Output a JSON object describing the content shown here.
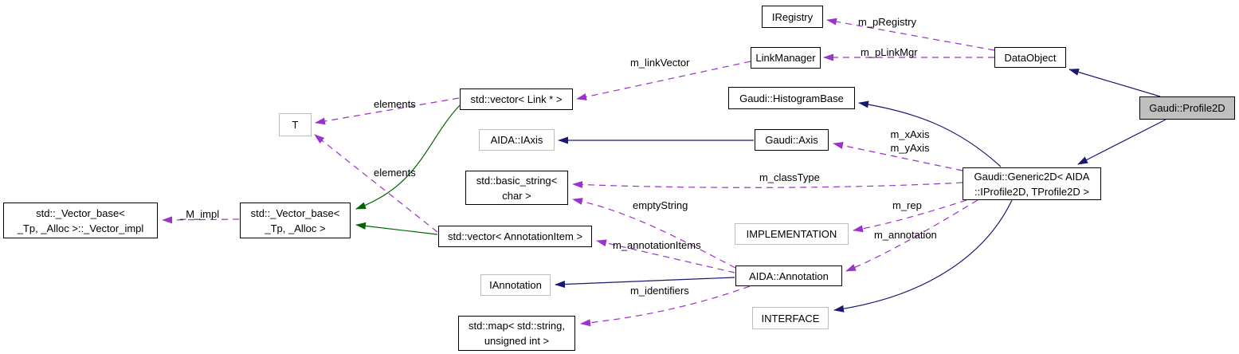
{
  "diagram": {
    "type": "doxygen-collaboration-graph",
    "nodes": {
      "iregistry": {
        "label": "IRegistry"
      },
      "linkmanager": {
        "label": "LinkManager"
      },
      "dataobject": {
        "label": "DataObject"
      },
      "profile2d": {
        "label": "Gaudi::Profile2D"
      },
      "vector_link": {
        "label": "std::vector< Link * >"
      },
      "histogrambase": {
        "label": "Gaudi::HistogramBase"
      },
      "iaxis": {
        "label": "AIDA::IAxis"
      },
      "axis": {
        "label": "Gaudi::Axis"
      },
      "generic2d": {
        "label": "Gaudi::Generic2D< AIDA\n::IProfile2D, TProfile2D >"
      },
      "t": {
        "label": "T"
      },
      "basic_string": {
        "label": "std::basic_string<\nchar >"
      },
      "implementation": {
        "label": "IMPLEMENTATION"
      },
      "vector_impl": {
        "label": "std::_Vector_base<\n_Tp, _Alloc >::_Vector_impl"
      },
      "vector_base": {
        "label": "std::_Vector_base<\n_Tp, _Alloc >"
      },
      "vector_annotationitem": {
        "label": "std::vector< AnnotationItem >"
      },
      "iannotation": {
        "label": "IAnnotation"
      },
      "annotation": {
        "label": "AIDA::Annotation"
      },
      "interface": {
        "label": "INTERFACE"
      },
      "std_map": {
        "label": "std::map< std::string,\nunsigned int >"
      }
    },
    "edge_labels": {
      "m_pregistry": "m_pRegistry",
      "m_plinkmgr": "m_pLinkMgr",
      "m_linkvector": "m_linkVector",
      "elements_top": "elements",
      "elements_bottom": "elements",
      "m_axes": "m_xAxis\nm_yAxis",
      "m_classtype": "m_classType",
      "emptystring": "emptyString",
      "m_rep": "m_rep",
      "m_annotation": "m_annotation",
      "m_annotationitems": "m_annotationItems",
      "m_identifiers": "m_identifiers",
      "m_impl": "_M_impl"
    },
    "colors": {
      "public_inheritance_edge": "#191970",
      "protected_inheritance_edge": "#006400",
      "usage_edge": "#9a32cd",
      "current_node_fill": "#bfbfbf",
      "node_border": "#000000",
      "undocumented_node_border": "#bdbdbd"
    }
  }
}
